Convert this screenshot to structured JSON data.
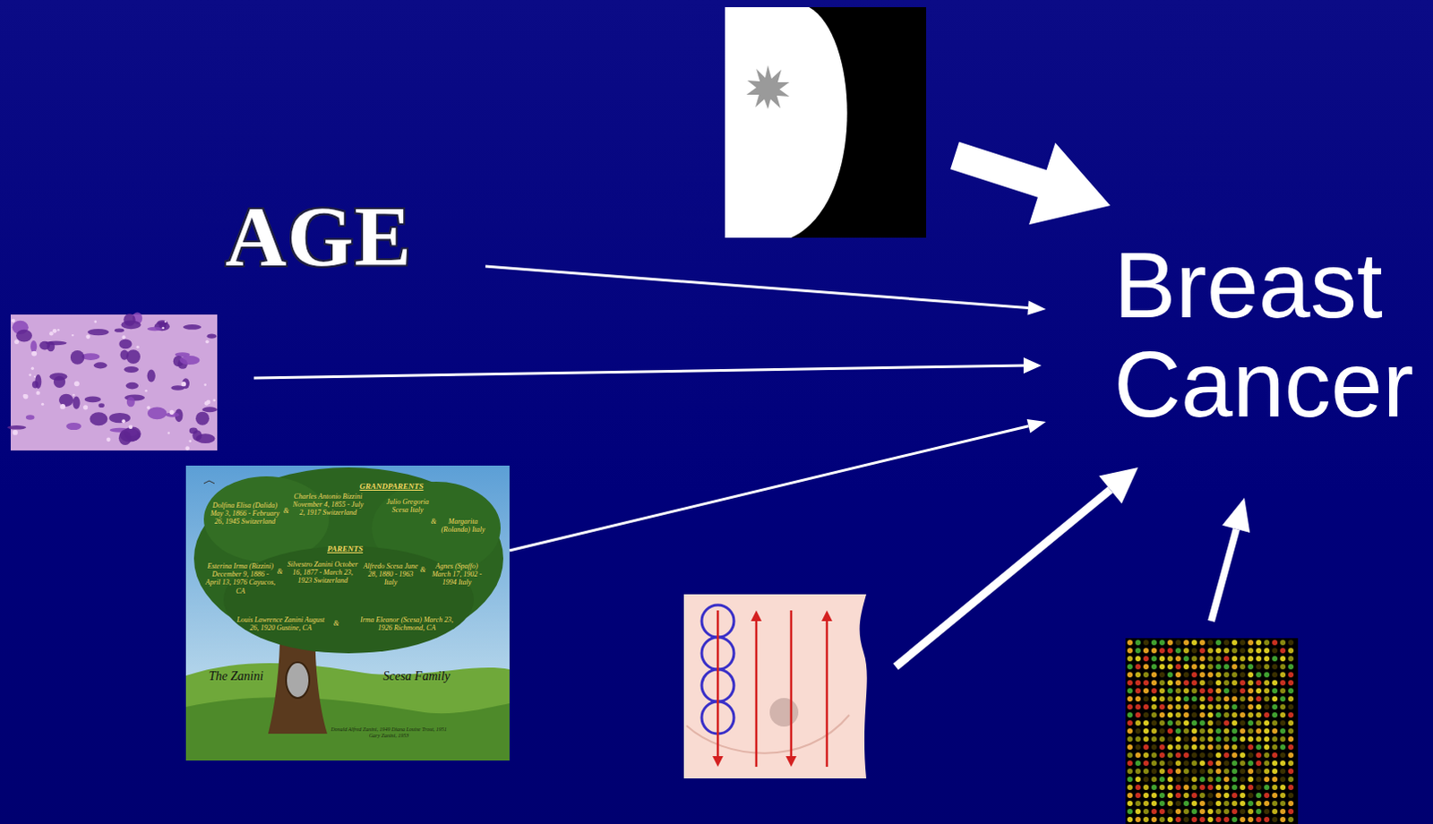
{
  "diagram": {
    "nodes": [
      {
        "text": [
          "AGE"
        ]
      },
      {
        "text": [
          "Breast Cancer"
        ]
      },
      {
        "text": [
          "GRANDPARENTS",
          "Dolfina Elisa (Dalida) May 3, 1866 - February 26, 1945 Switzerland",
          "&",
          "Charles Antonio Bizzini November 4, 1855 - July 2, 1917 Switzerland",
          "Julio Gregoria Scesa Italy",
          "&",
          "Margarita (Rolanda) Italy",
          "PARENTS",
          "Esterina Irma (Bizzini) December 9, 1886 - April 13, 1976 Cayucos, CA",
          "&",
          "Silvestro Zanini October 16, 1877 - March 23, 1923 Switzerland",
          "Alfredo Scesa June 28, 1880 - 1963 Italy",
          "&",
          "Agnes (Spaffo) March 17, 1902 - 1994 Italy",
          "Louis Lawrence Zanini August 26, 1920 Gustine, CA",
          "&",
          "Irma Eleanor (Scesa) March 23, 1926 Richmond, CA",
          "The Zanini",
          "Scesa Family",
          "Donald Alfred Zanini, 1949 Diana Louise Trout, 1951 Gary Zanini, 1953"
        ]
      }
    ],
    "edges": [
      {
        "from": 0,
        "to": 1,
        "arrow": "to"
      },
      {
        "from": 2,
        "to": 1,
        "arrow": "to"
      }
    ]
  }
}
